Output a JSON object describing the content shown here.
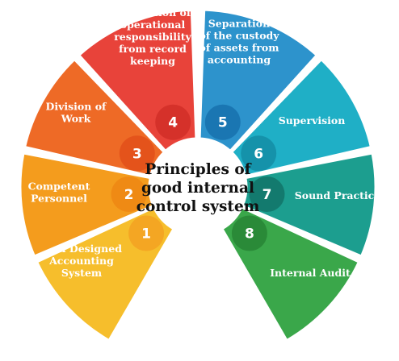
{
  "center": {
    "lines": [
      "Principles of",
      "good internal",
      "control system"
    ]
  },
  "segments": [
    {
      "number": "1",
      "label_lines": [
        "Well Designed",
        "Accounting",
        "System"
      ],
      "color": "#F6BE2C",
      "badge": "#F4A623"
    },
    {
      "number": "2",
      "label_lines": [
        "Competent",
        "Personnel"
      ],
      "color": "#F49C1D",
      "badge": "#EF8A14"
    },
    {
      "number": "3",
      "label_lines": [
        "Division of",
        "Work"
      ],
      "color": "#EE6A26",
      "badge": "#E4531B"
    },
    {
      "number": "4",
      "label_lines": [
        "Separation of",
        "operational",
        "responsibility",
        "from record",
        "keeping"
      ],
      "color": "#E8433A",
      "badge": "#D5312A"
    },
    {
      "number": "5",
      "label_lines": [
        "Separation",
        "of the custody",
        "of assets from",
        "accounting"
      ],
      "color": "#2D93CC",
      "badge": "#1A76B2"
    },
    {
      "number": "6",
      "label_lines": [
        "Supervision"
      ],
      "color": "#1FAFC6",
      "badge": "#1592AA"
    },
    {
      "number": "7",
      "label_lines": [
        "Sound Practice"
      ],
      "color": "#1C9E8F",
      "badge": "#137A6E"
    },
    {
      "number": "8",
      "label_lines": [
        "Internal Audit"
      ],
      "color": "#3AA74A",
      "badge": "#2A8A38"
    }
  ]
}
